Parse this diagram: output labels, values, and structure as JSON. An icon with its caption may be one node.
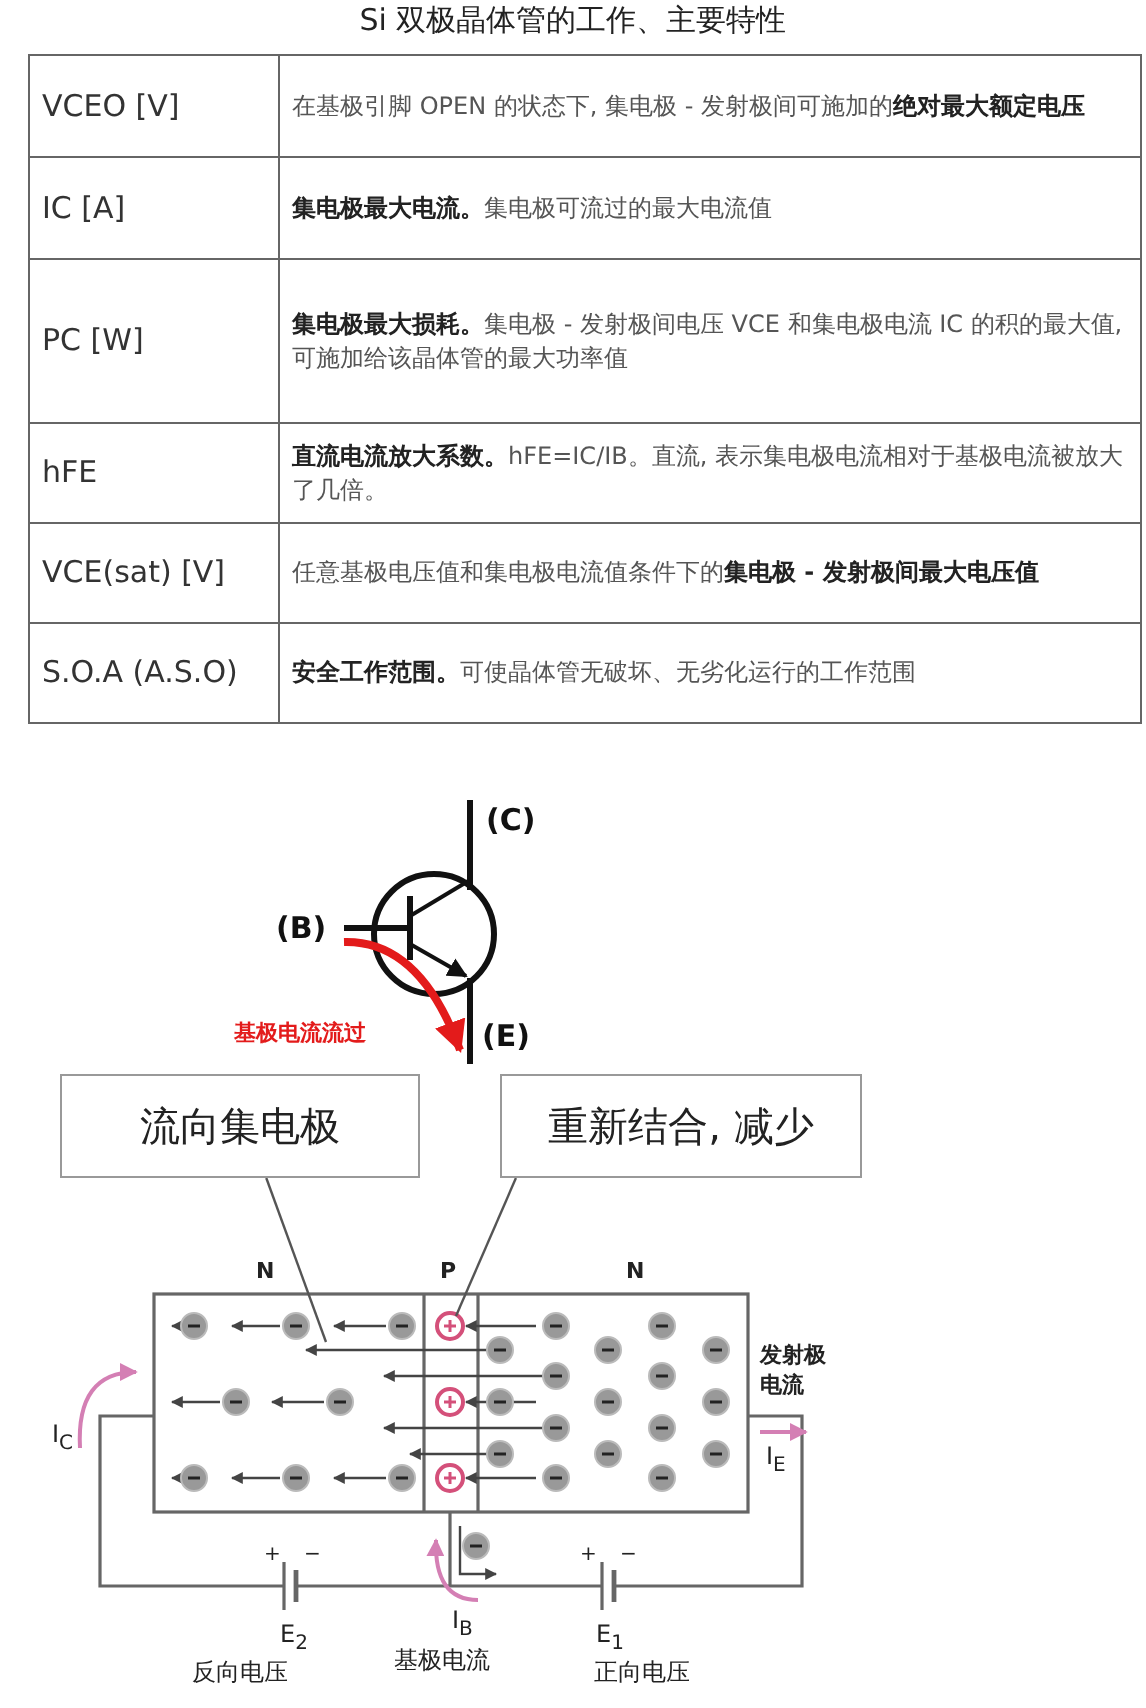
{
  "diagram": {
    "title": "Si 双极晶体管的工作、主要特性",
    "nodes": [
      {
        "text": [
          "流向集电极"
        ]
      },
      {
        "text": [
          "重新结合, 减少"
        ]
      }
    ],
    "edges": [
      {
        "from": 0,
        "to": null,
        "arrow": "none"
      },
      {
        "from": 1,
        "to": null,
        "arrow": "none"
      }
    ],
    "labels": [
      "VCEO [V]",
      "在基极引脚 OPEN 的状态下, 集电极 - 发射极间可施加的**绝对最大额定电压**",
      "IC [A]",
      "**集电极最大电流。**集电极可流过的最大电流值",
      "PC [W]",
      "**集电极最大损耗。**集电极 - 发射极间电压 VCE 和集电极电流 IC 的积的最大值, 可施加给该晶体管的最大功率值",
      "hFE",
      "**直流电流放大系数。**hFE=IC/IB。直流, 表示集电极电流相对于基极电流被放大了几倍。",
      "VCE(sat) [V]",
      "任意基极电压值和集电极电流值条件下的**集电极 - 发射极间最大电压值**",
      "S.O.A (A.S.O)",
      "**安全工作范围。**可使晶体管无破坏、无劣化运行的工作范围",
      "(C)",
      "(B)",
      "基极电流流过",
      "(E)",
      "N",
      "P",
      "N",
      "发射极电流",
      "I$_{C}$",
      "I$_{E}$",
      "+",
      "−",
      "+",
      "−",
      "I$_{B}$",
      "E$_{2}$",
      "E$_{1}$",
      "反向电压",
      "基极电流",
      "正向电压"
    ]
  }
}
